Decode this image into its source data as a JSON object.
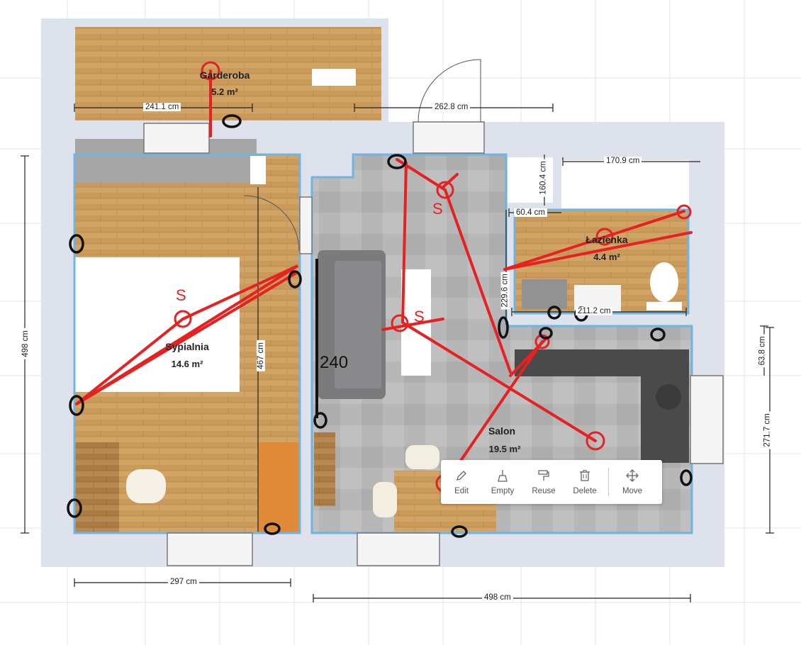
{
  "rooms": {
    "garderoba": {
      "name": "Garderoba",
      "area": "5.2 m²"
    },
    "sypialnia": {
      "name": "Sypialnia",
      "area": "14.6 m²"
    },
    "lazienka": {
      "name": "Łazienka",
      "area": "4.4 m²"
    },
    "salon": {
      "name": "Salon",
      "area": "19.5 m²"
    }
  },
  "dimensions": {
    "d241": "241.1 cm",
    "d262": "262.8 cm",
    "d170": "170.9 cm",
    "d160": "160.4 cm",
    "d60": "60.4 cm",
    "d229": "229.6 cm",
    "d211": "211.2 cm",
    "d498left": "498 cm",
    "d467": "467 cm",
    "d297": "297 cm",
    "d498bottom": "498 cm",
    "d63": "63.8 cm",
    "d271": "271.7 cm"
  },
  "annotations": {
    "s_bedroom": "S",
    "s_salon": "S",
    "s_top": "S",
    "wall_length": "240"
  },
  "toolbar": {
    "edit": "Edit",
    "empty": "Empty",
    "reuse": "Reuse",
    "delete": "Delete",
    "move": "Move"
  },
  "colors": {
    "wall": "#dde2ec",
    "wood": "#d4a86a",
    "tile": "#b9b9b9",
    "room_outline": "#6fb5e0",
    "annotation_red": "#e52222",
    "annotation_black": "#111111"
  }
}
